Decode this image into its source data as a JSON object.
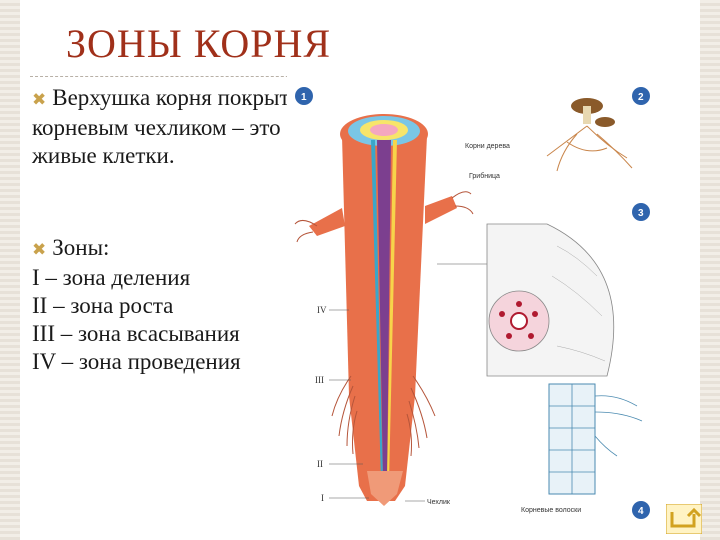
{
  "slide": {
    "title": "ЗОНЫ КОРНЯ",
    "bullets": [
      {
        "text": "Верхушка корня покрыта корневым чехликом – это живые клетки."
      },
      {
        "text": "Зоны:"
      }
    ],
    "zones": [
      "I – зона деления",
      "II – зона роста",
      "III – зона всасывания",
      "IV – зона проведения"
    ]
  },
  "figure": {
    "badges": [
      "1",
      "2",
      "3",
      "4"
    ],
    "roman_labels": [
      "IV",
      "III",
      "II",
      "I"
    ],
    "labels": {
      "tree_roots": "Корни дерева",
      "fungus": "Грибница",
      "cap": "Чехлик",
      "root_hairs": "Корневые волоски"
    }
  },
  "colors": {
    "title": "#a0301a",
    "bullet": "#c9a24c",
    "root": "#e8704a",
    "cap": "#f09a78"
  },
  "icons": {
    "bullet": "x-mark-icon",
    "nav": "return-arrow-icon"
  }
}
